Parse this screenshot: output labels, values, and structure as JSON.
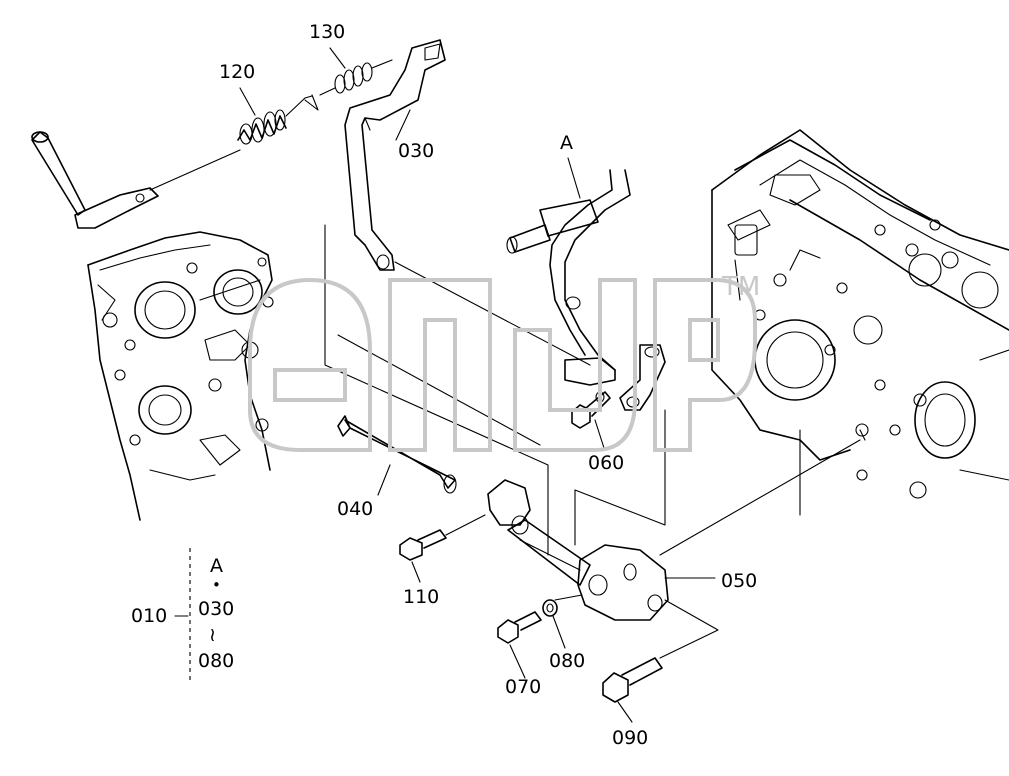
{
  "labels": {
    "p010": "010",
    "p030": "030",
    "p040": "040",
    "p050": "050",
    "p060": "060",
    "p070": "070",
    "p080": "080",
    "p090": "090",
    "p110": "110",
    "p120": "120",
    "p130": "130",
    "callout_a": "A"
  },
  "legend": {
    "top": "A",
    "dot": "•",
    "from": "030",
    "range": "≀",
    "to": "080"
  },
  "watermark": {
    "trademark": "TM"
  },
  "colors": {
    "ink": "#000000",
    "watermark": "#c8c8c8",
    "background": "#ffffff"
  }
}
